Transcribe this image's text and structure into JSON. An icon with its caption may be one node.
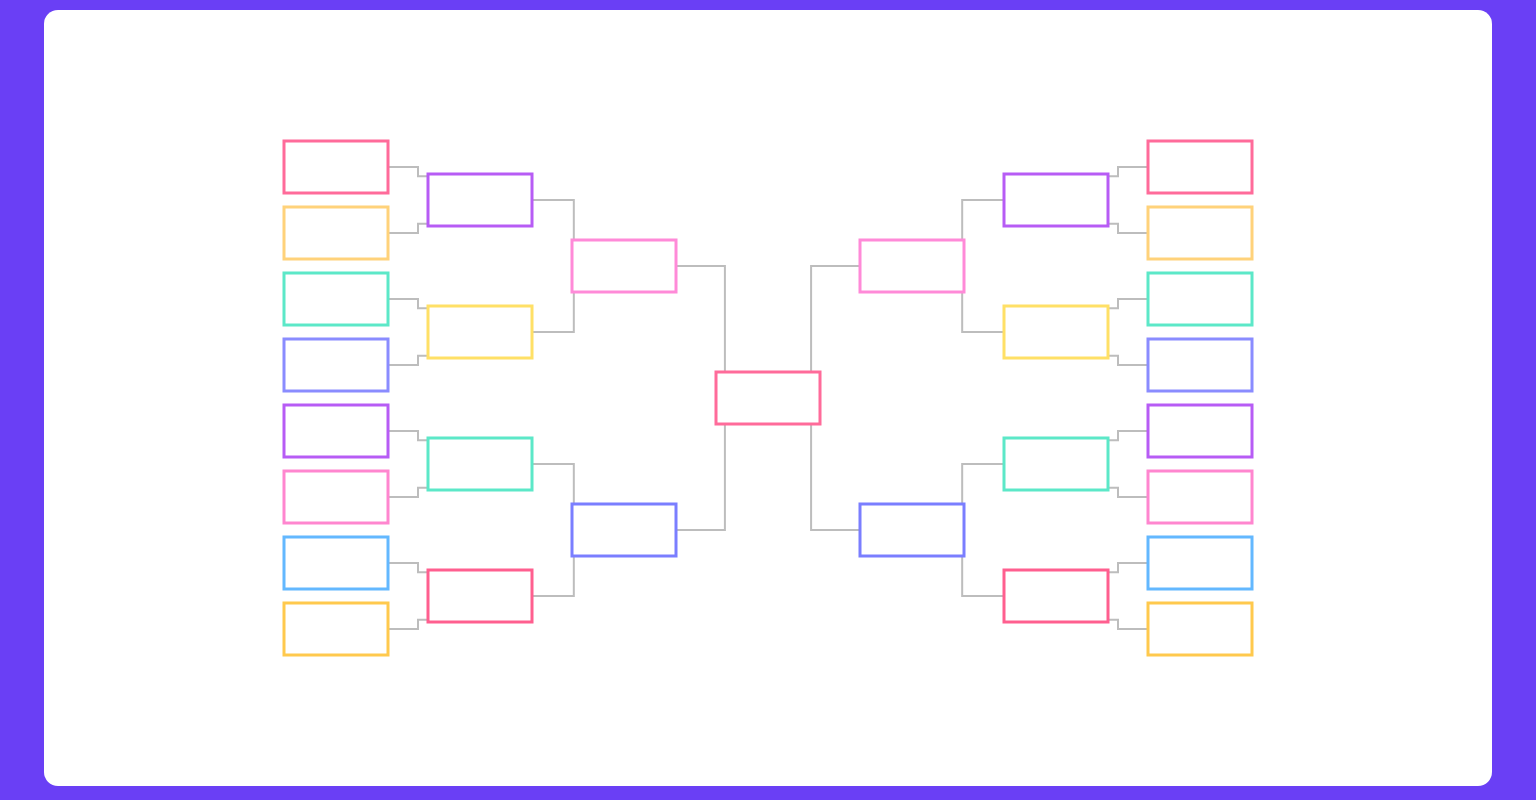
{
  "diagram": {
    "nodes": [
      {
        "text": [],
        "shape": "box"
      },
      {
        "text": [],
        "shape": "box"
      },
      {
        "text": [],
        "shape": "box"
      },
      {
        "text": [],
        "shape": "box"
      },
      {
        "text": [],
        "shape": "box"
      },
      {
        "text": [],
        "shape": "box"
      },
      {
        "text": [],
        "shape": "box"
      },
      {
        "text": [],
        "shape": "box"
      },
      {
        "text": [],
        "shape": "box"
      },
      {
        "text": [],
        "shape": "box"
      },
      {
        "text": [],
        "shape": "box"
      },
      {
        "text": [],
        "shape": "box"
      },
      {
        "text": [],
        "shape": "box"
      },
      {
        "text": [],
        "shape": "box"
      },
      {
        "text": [],
        "shape": "box"
      },
      {
        "text": [],
        "shape": "box"
      },
      {
        "text": [],
        "shape": "box"
      },
      {
        "text": [],
        "shape": "box"
      },
      {
        "text": [],
        "shape": "box"
      },
      {
        "text": [],
        "shape": "box"
      },
      {
        "text": [],
        "shape": "box"
      },
      {
        "text": [],
        "shape": "box"
      },
      {
        "text": [],
        "shape": "box"
      },
      {
        "text": [],
        "shape": "box"
      },
      {
        "text": [],
        "shape": "box"
      },
      {
        "text": [],
        "shape": "box"
      },
      {
        "text": [],
        "shape": "box"
      },
      {
        "text": [],
        "shape": "box"
      },
      {
        "text": [],
        "shape": "box"
      }
    ],
    "edges": [
      {
        "from": 0,
        "to": 8,
        "arrow": "none"
      },
      {
        "from": 1,
        "to": 8,
        "arrow": "none"
      },
      {
        "from": 2,
        "to": 9,
        "arrow": "none"
      },
      {
        "from": 3,
        "to": 9,
        "arrow": "none"
      },
      {
        "from": 4,
        "to": 10,
        "arrow": "none"
      },
      {
        "from": 5,
        "to": 10,
        "arrow": "none"
      },
      {
        "from": 6,
        "to": 11,
        "arrow": "none"
      },
      {
        "from": 7,
        "to": 11,
        "arrow": "none"
      },
      {
        "from": 8,
        "to": 12,
        "arrow": "none"
      },
      {
        "from": 9,
        "to": 12,
        "arrow": "none"
      },
      {
        "from": 10,
        "to": 13,
        "arrow": "none"
      },
      {
        "from": 11,
        "to": 13,
        "arrow": "none"
      },
      {
        "from": 12,
        "to": 14,
        "arrow": "none"
      },
      {
        "from": 13,
        "to": 14,
        "arrow": "none"
      },
      {
        "from": 14,
        "to": 15,
        "arrow": "none"
      },
      {
        "from": 14,
        "to": 16,
        "arrow": "none"
      },
      {
        "from": 15,
        "to": 17,
        "arrow": "none"
      },
      {
        "from": 15,
        "to": 18,
        "arrow": "none"
      },
      {
        "from": 16,
        "to": 19,
        "arrow": "none"
      },
      {
        "from": 16,
        "to": 20,
        "arrow": "none"
      },
      {
        "from": 17,
        "to": 21,
        "arrow": "none"
      },
      {
        "from": 17,
        "to": 22,
        "arrow": "none"
      },
      {
        "from": 18,
        "to": 23,
        "arrow": "none"
      },
      {
        "from": 18,
        "to": 24,
        "arrow": "none"
      },
      {
        "from": 19,
        "to": 25,
        "arrow": "none"
      },
      {
        "from": 19,
        "to": 26,
        "arrow": "none"
      },
      {
        "from": 20,
        "to": 27,
        "arrow": "none"
      },
      {
        "from": 20,
        "to": 28,
        "arrow": "none"
      }
    ]
  }
}
